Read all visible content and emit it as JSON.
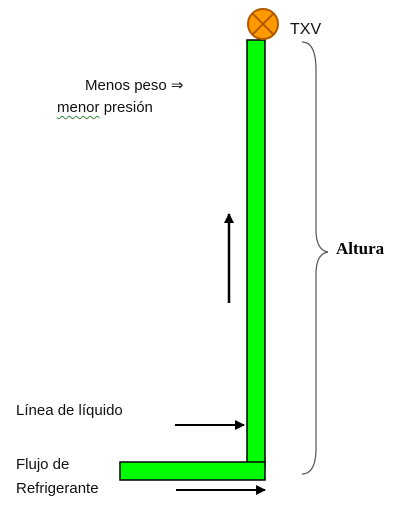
{
  "labels": {
    "valve": "TXV",
    "height": "Altura",
    "less_weight": "Menos peso",
    "implies_symbol": "⇒",
    "less_pressure_word": "menor",
    "less_pressure_rest": " presión",
    "liquid_line": "Línea de líquido",
    "flow_line1": "Flujo de",
    "flow_line2": "Refrigerante"
  },
  "colors": {
    "pipe_fill": "#00ff00",
    "pipe_stroke": "#000000",
    "valve_fill": "#ff9900",
    "valve_stroke": "#b05a00",
    "arrow": "#000000",
    "brace": "#555555"
  },
  "icons": {
    "valve": "txv-valve-icon",
    "up_arrow": "up-arrow-icon",
    "liquid_arrow": "right-arrow-icon",
    "flow_arrow": "right-arrow-icon",
    "brace": "right-curly-brace"
  }
}
